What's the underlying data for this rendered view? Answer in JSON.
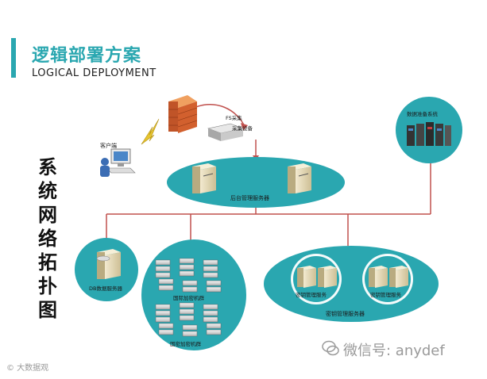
{
  "header": {
    "title_cn": "逻辑部署方案",
    "title_en": "LOGICAL DEPLOYMENT",
    "accent_color": "#2aa7b0"
  },
  "side_title": [
    "系",
    "统",
    "网",
    "络",
    "拓",
    "扑",
    "图"
  ],
  "nodes": {
    "client": "客户端",
    "fs_collect": "FS采集",
    "device": "采集设备",
    "backend": "后台管理服务器",
    "data_prep": "数据准备系统",
    "db": "DB数据服务器",
    "intl_cluster": "国际加密机群",
    "national_cluster": "国密加密机群",
    "key_mgmt_1": "密钥管理服务",
    "key_mgmt_2": "密钥管理服务",
    "key_server": "密钥管理服务器"
  },
  "footer": {
    "wechat": "微信号: anydef",
    "copyright": "© 大数据观"
  }
}
